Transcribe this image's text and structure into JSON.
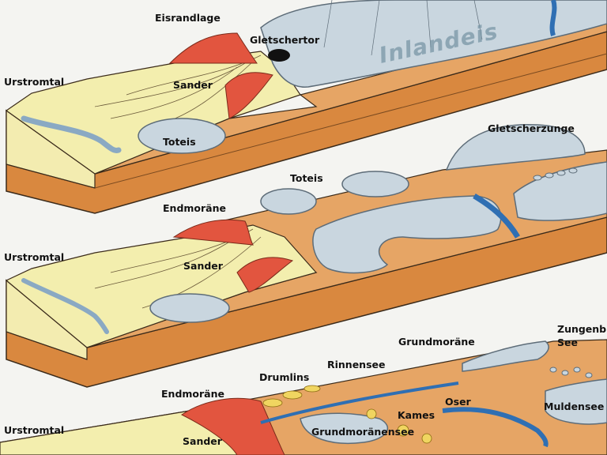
{
  "colors": {
    "background": "#f4f4f1",
    "sander": "#f3eeae",
    "ground": "#e6a565",
    "block_side": "#d9883f",
    "block_front": "#f3ecb0",
    "ice": "#c9d6df",
    "ice_outline": "#5d6c78",
    "moraine_red": "#e2553f",
    "water_blue": "#8aa9c3",
    "meltwater_blue": "#2f6fb3",
    "outline": "#3a2a1a"
  },
  "panels": [
    {
      "id": "top",
      "labels": {
        "ice_sheet": "Inlandeis",
        "ice_margin": "Eisrandlage",
        "glacier_gate": "Gletschertor",
        "outwash": "Sander",
        "dead_ice": "Toteis",
        "glacial_valley": "Urstromtal"
      }
    },
    {
      "id": "middle",
      "labels": {
        "glacier_tongue": "Gletscherzunge",
        "dead_ice": "Toteis",
        "end_moraine": "Endmoräne",
        "outwash": "Sander",
        "glacial_valley": "Urstromtal"
      }
    },
    {
      "id": "bottom",
      "labels": {
        "tongue_basin_lake": "Zungenb",
        "tongue_basin_lake_2": "See",
        "ground_moraine": "Grundmoräne",
        "channel_lake": "Rinnensee",
        "drumlins": "Drumlins",
        "end_moraine": "Endmoräne",
        "eskers": "Oser",
        "kames": "Kames",
        "trough_lake": "Muldensee",
        "ground_moraine_lake": "Grundmoränensee",
        "glacial_valley": "Urstromtal",
        "outwash": "Sander"
      }
    }
  ]
}
